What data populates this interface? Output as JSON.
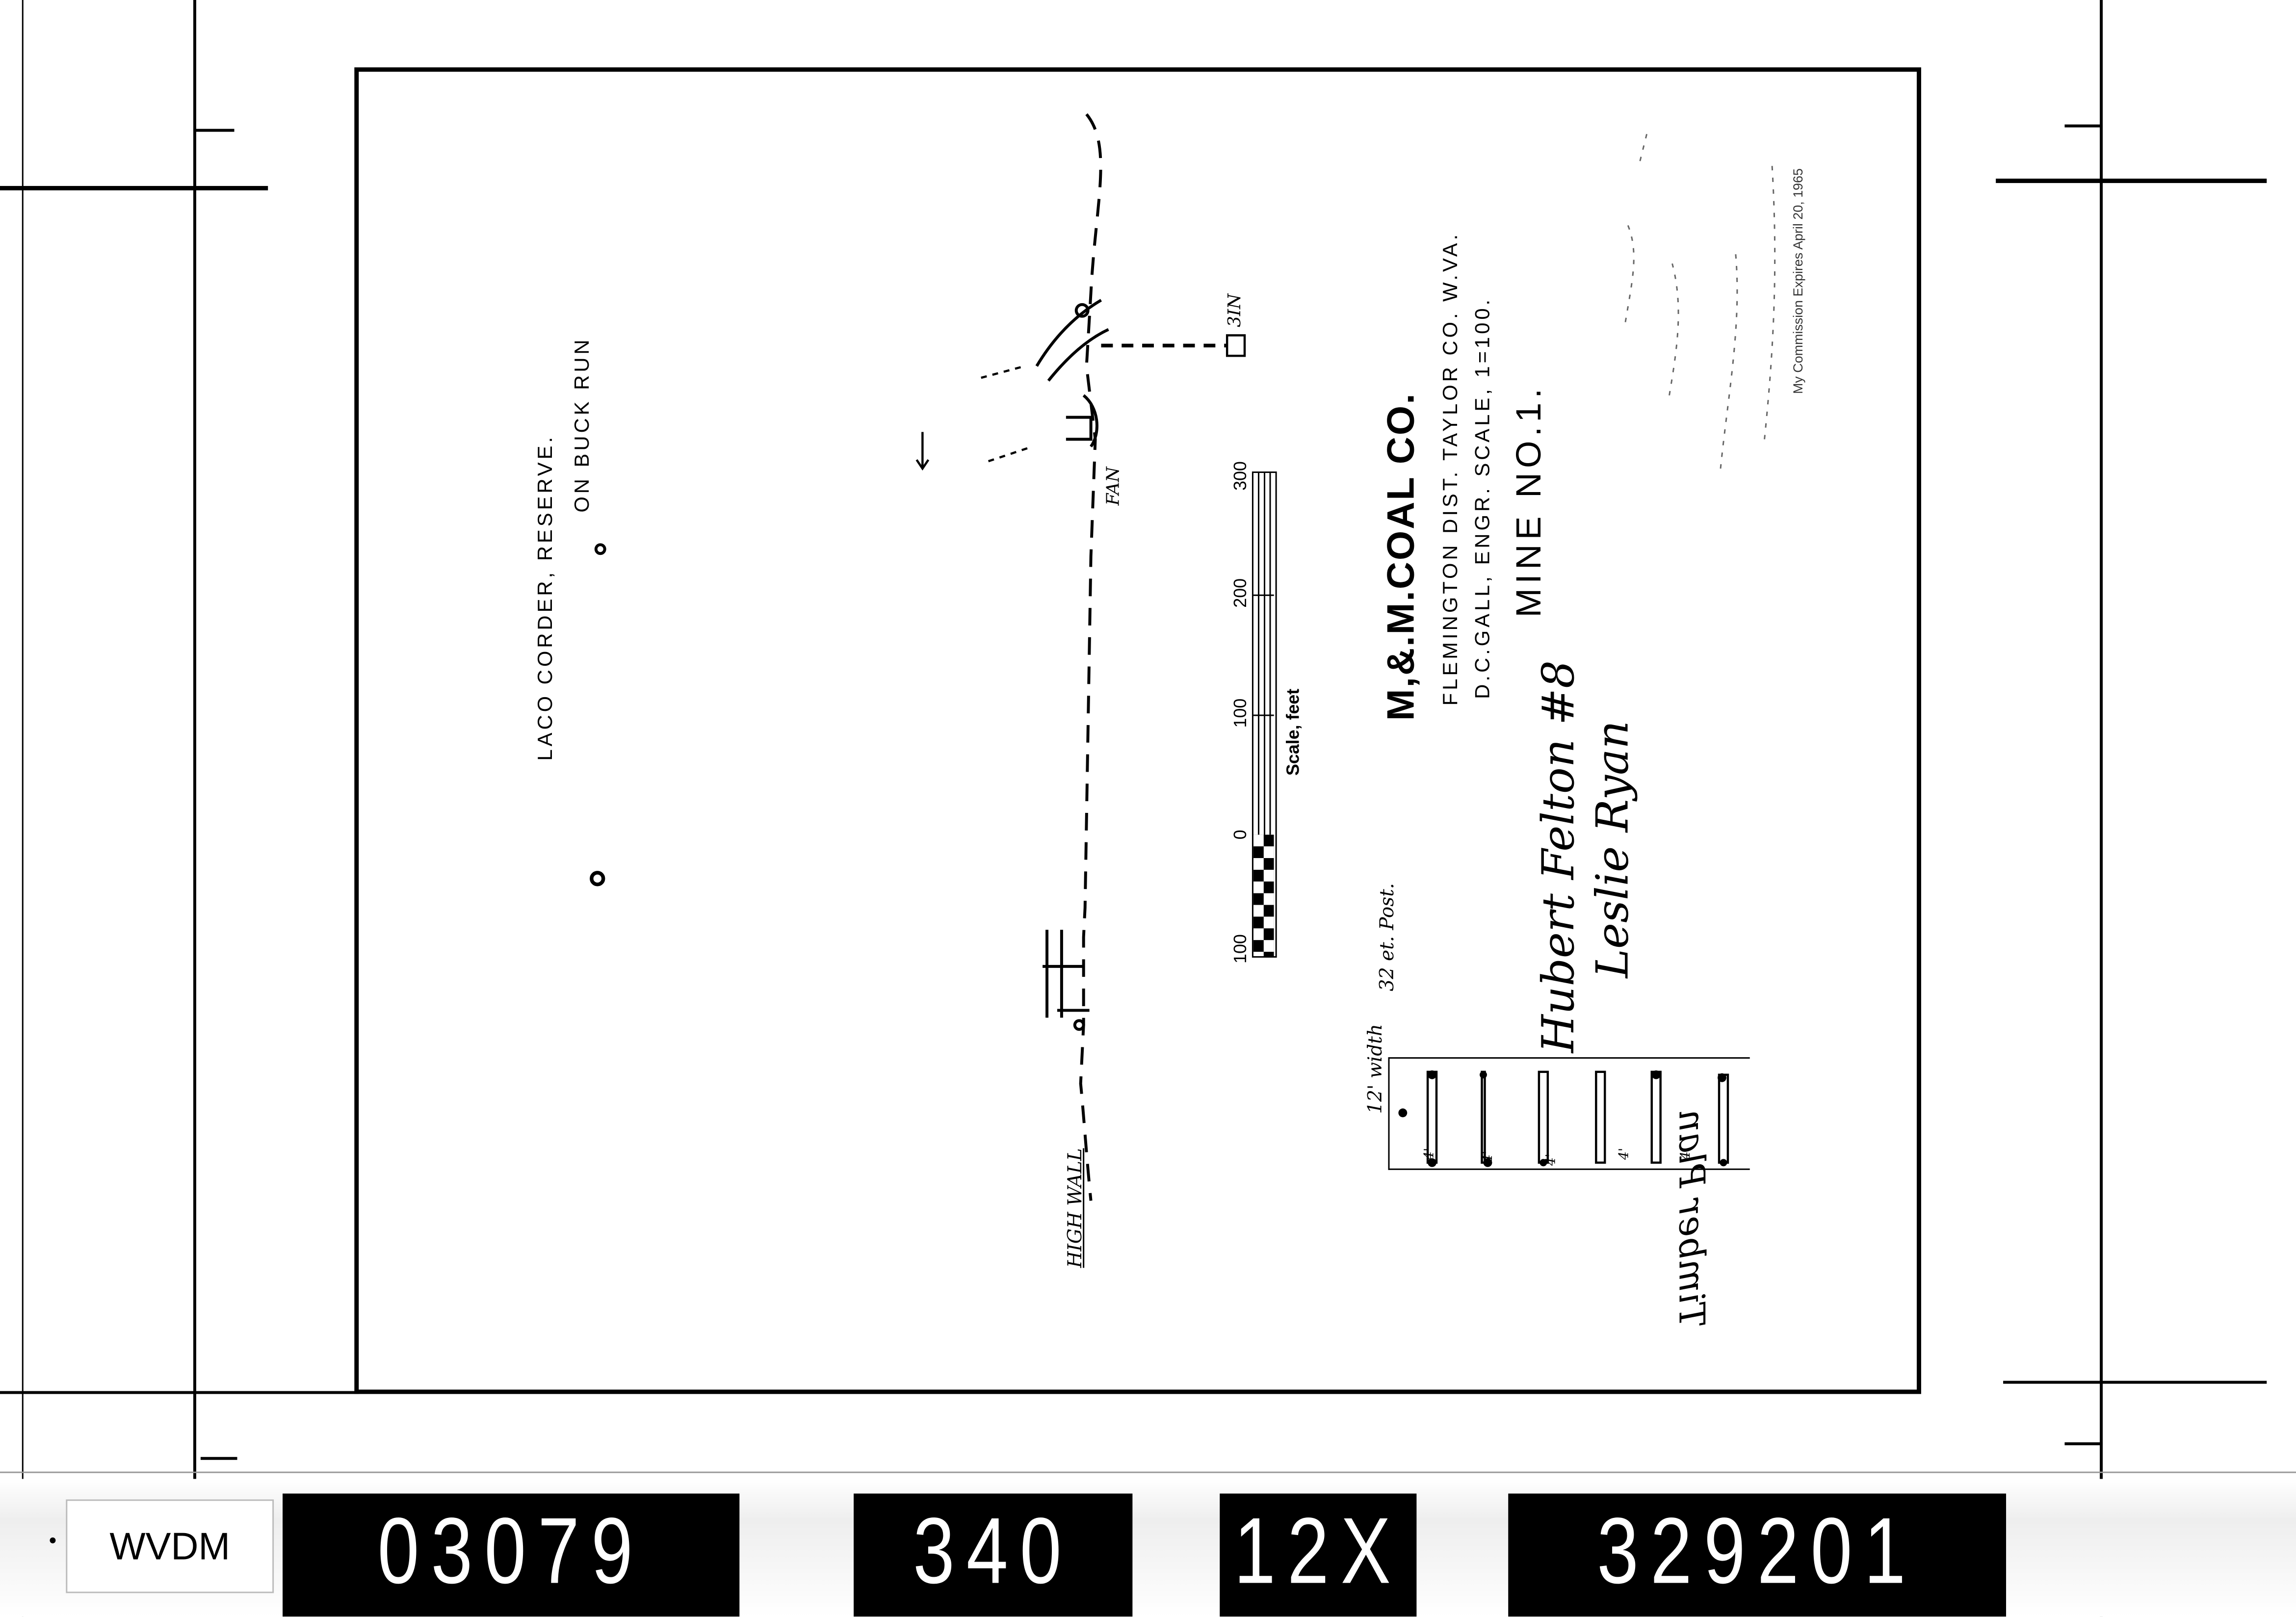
{
  "map": {
    "property_label": "LACO CORDER, RESERVE.",
    "location_label": "ON BUCK RUN",
    "fan_label": "FAN",
    "pipe_label": "3IN",
    "highwall_label": "HIGH WALL"
  },
  "scale_bar": {
    "ticks": [
      "300",
      "200",
      "100",
      "0",
      "100"
    ],
    "label": "Scale, feet"
  },
  "title_block": {
    "company": "M,&.M.COAL CO.",
    "district": "FLEMINGTON DIST. TAYLOR CO. W.VA.",
    "engineer": "D.C.GALL, ENGR.  SCALE, 1=100.",
    "mine": "MINE NO.1."
  },
  "signatures": {
    "signer1": "Hubert Felton #8",
    "signer2": "Leslie Ryan",
    "notary_stamp": "My Commission Expires April 20, 1965"
  },
  "timber_plan": {
    "title": "Timber Plan",
    "width_note": "12' width",
    "post_note": "32 et. Post.",
    "spacings": [
      "4'",
      "4'",
      "4'",
      "4'",
      "4'"
    ]
  },
  "film_strip": {
    "archive": "WVDM",
    "roll": "03079",
    "frame": "340",
    "reduction": "12X",
    "document_id": "329201"
  }
}
